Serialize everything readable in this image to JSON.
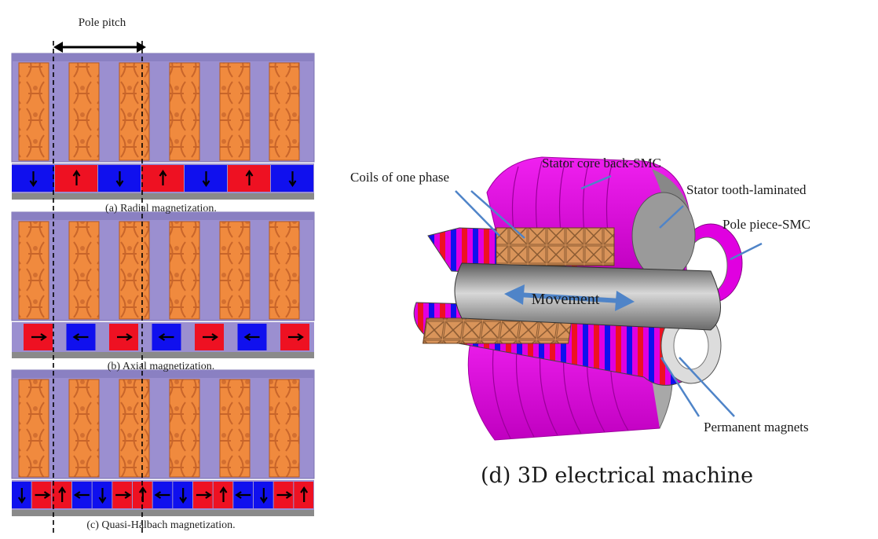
{
  "left": {
    "pole_pitch_label": "Pole pitch",
    "panels": [
      {
        "caption": "(a) Radial magnetization.",
        "magnet_arrows": [
          "down",
          "up",
          "down",
          "up",
          "down",
          "up",
          "down"
        ]
      },
      {
        "caption": "(b) Axial magnetization.",
        "magnet_arrows": [
          "right",
          "left",
          "right",
          "left",
          "right",
          "left",
          "right"
        ]
      },
      {
        "caption": "(c) Quasi-Halbach magnetization.",
        "magnet_arrows": [
          "down",
          "right",
          "up",
          "left",
          "down",
          "right",
          "up",
          "left",
          "down",
          "right",
          "up",
          "left",
          "down",
          "right",
          "up"
        ]
      }
    ]
  },
  "right": {
    "labels": {
      "coils": "Coils of one phase",
      "stator_core": "Stator core back-SMC",
      "stator_tooth": "Stator tooth-laminated",
      "pole_piece": "Pole piece-SMC",
      "permanent_magnets": "Permanent magnets",
      "movement": "Movement"
    },
    "caption": "(d) 3D electrical machine"
  },
  "colors": {
    "magnet_red": "#ee1122",
    "magnet_blue": "#1010ee",
    "iron_purple": "#9b8fd0",
    "coil_orange": "#f08a3e",
    "smc_magenta": "#e000e0",
    "arrow_blue": "#4f84c8"
  }
}
